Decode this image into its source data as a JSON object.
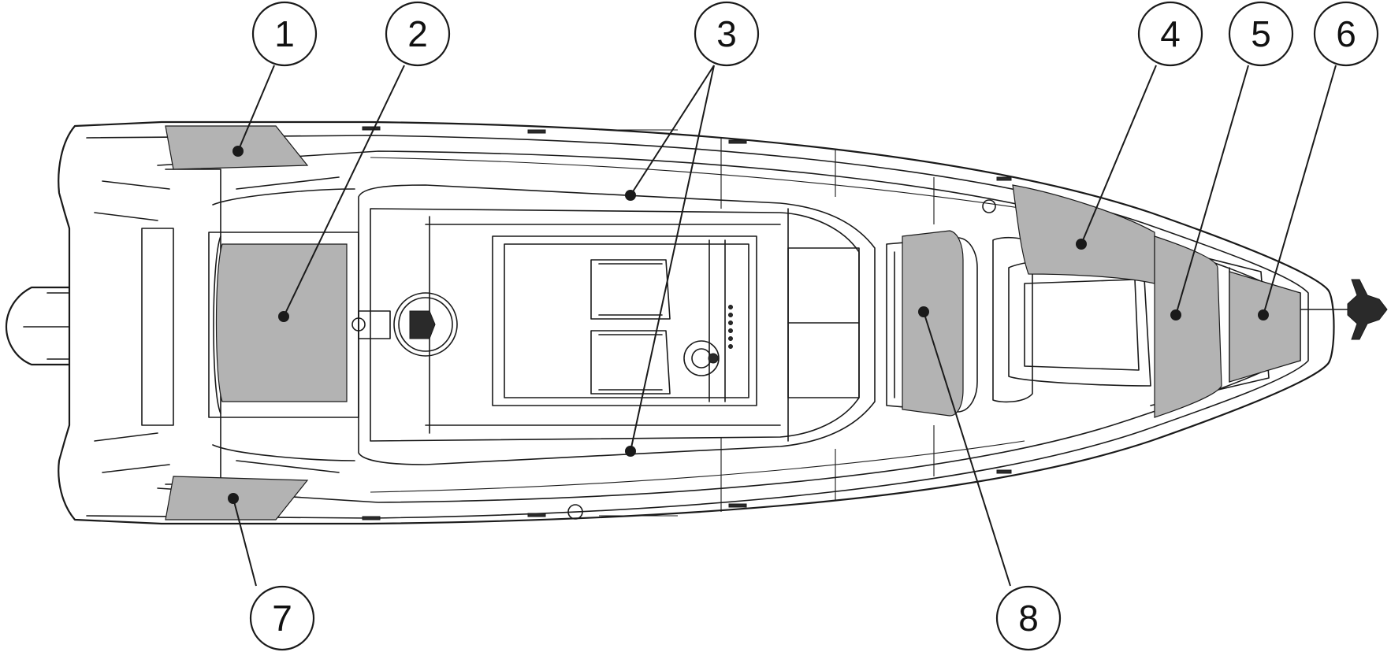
{
  "callouts": [
    {
      "id": "1",
      "label": "1"
    },
    {
      "id": "2",
      "label": "2"
    },
    {
      "id": "3",
      "label": "3"
    },
    {
      "id": "4",
      "label": "4"
    },
    {
      "id": "5",
      "label": "5"
    },
    {
      "id": "6",
      "label": "6"
    },
    {
      "id": "7",
      "label": "7"
    },
    {
      "id": "8",
      "label": "8"
    }
  ],
  "colors": {
    "line": "#1a1a1a",
    "zone_fill": "#b3b3b3",
    "background": "#ffffff"
  },
  "icons": {
    "engine": "outboard-motor-icon",
    "anchor": "anchor-icon",
    "steering": "steering-wheel-icon"
  }
}
